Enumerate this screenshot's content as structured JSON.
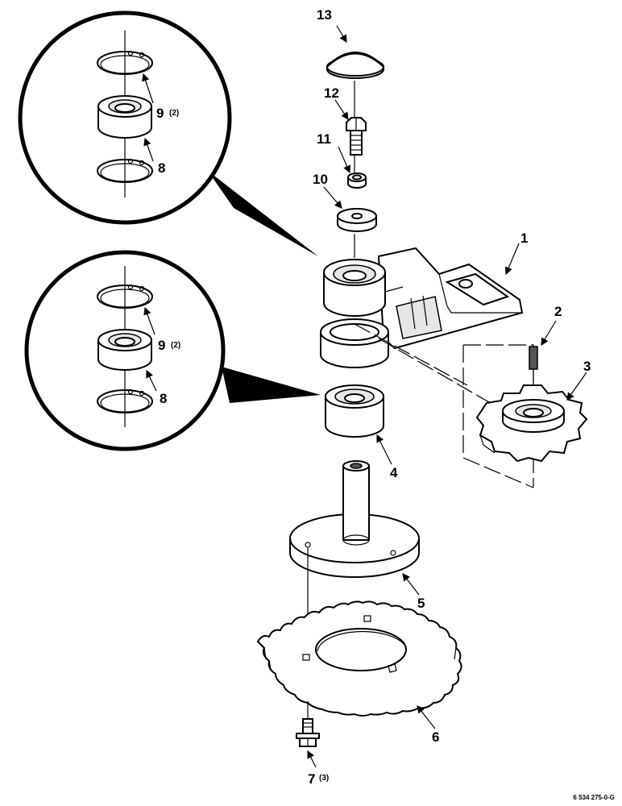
{
  "callouts": {
    "p1": "1",
    "p2": "2",
    "p3": "3",
    "p4": "4",
    "p5": "5",
    "p6": "6",
    "p7": "7",
    "p7_qty": "(3)",
    "p8_upper": "8",
    "p8_lower": "8",
    "p9_upper": "9",
    "p9_upper_qty": "(2)",
    "p9_lower": "9",
    "p9_lower_qty": "(2)",
    "p10": "10",
    "p11": "11",
    "p12": "12",
    "p13": "13"
  },
  "document_number": "6 534 275-0-G"
}
